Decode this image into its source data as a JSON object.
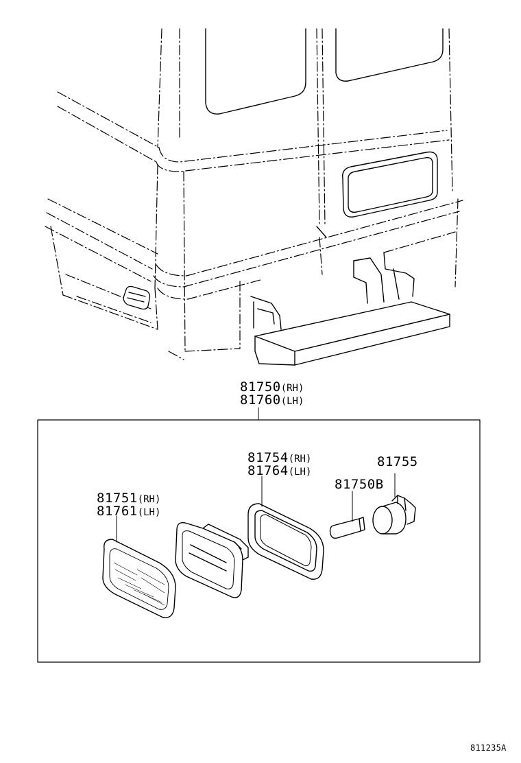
{
  "assembly": {
    "rh": "81750",
    "rh_side": "(RH)",
    "lh": "81760",
    "lh_side": "(LH)"
  },
  "parts": [
    {
      "rh": "81751",
      "rh_side": "(RH)",
      "lh": "81761",
      "lh_side": "(LH)"
    },
    {
      "rh": "81754",
      "rh_side": "(RH)",
      "lh": "81764",
      "lh_side": "(LH)"
    },
    {
      "single": "81750B"
    },
    {
      "single": "81755"
    }
  ],
  "figure_code": "811235A"
}
